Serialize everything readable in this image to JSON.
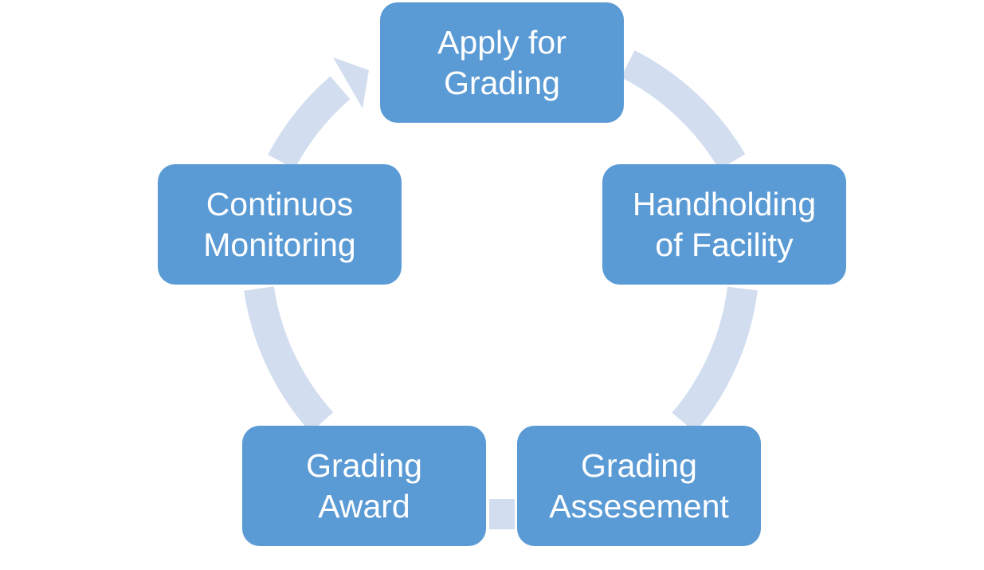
{
  "diagram": {
    "type": "cycle",
    "colors": {
      "node_fill": "#5b9bd5",
      "node_text": "#ffffff",
      "connector": "#d2ddef",
      "background": "#ffffff"
    },
    "nodes": [
      {
        "id": "apply",
        "label": "Apply for\nGrading"
      },
      {
        "id": "handholding",
        "label": "Handholding\nof Facility"
      },
      {
        "id": "assessment",
        "label": "Grading\nAssesement"
      },
      {
        "id": "award",
        "label": "Grading\nAward"
      },
      {
        "id": "monitoring",
        "label": "Continuos\nMonitoring"
      }
    ],
    "flow": [
      "apply",
      "handholding",
      "assessment",
      "award",
      "monitoring",
      "apply"
    ]
  }
}
